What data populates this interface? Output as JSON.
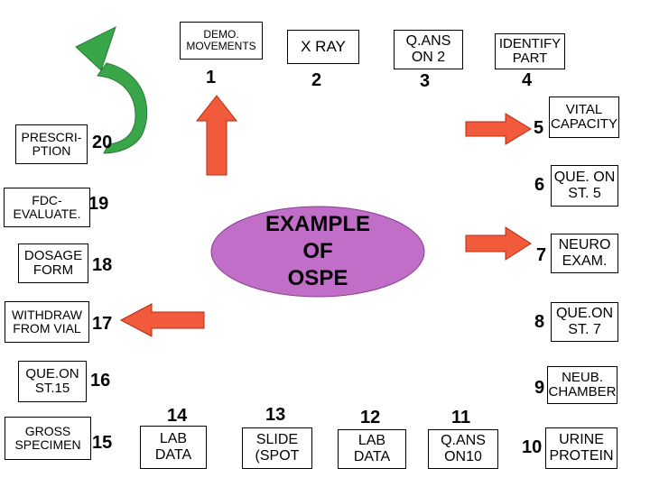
{
  "center": {
    "label": "EXAMPLE\nOF\nOSPE"
  },
  "stations": [
    {
      "num": "1",
      "label": "DEMO.\nMOVEMENTS"
    },
    {
      "num": "2",
      "label": "X RAY"
    },
    {
      "num": "3",
      "label": "Q.ANS\nON 2"
    },
    {
      "num": "4",
      "label": "IDENTIFY\nPART"
    },
    {
      "num": "5",
      "label": "VITAL\nCAPACITY"
    },
    {
      "num": "6",
      "label": "QUE. ON\nST. 5"
    },
    {
      "num": "7",
      "label": "NEURO\nEXAM."
    },
    {
      "num": "8",
      "label": "QUE.ON\nST. 7"
    },
    {
      "num": "9",
      "label": "NEUB.\nCHAMBER"
    },
    {
      "num": "10",
      "label": "URINE\nPROTEIN"
    },
    {
      "num": "11",
      "label": "Q.ANS\nON10"
    },
    {
      "num": "12",
      "label": "LAB\nDATA"
    },
    {
      "num": "13",
      "label": "SLIDE\n(SPOT"
    },
    {
      "num": "14",
      "label": "LAB\nDATA"
    },
    {
      "num": "15",
      "label": "GROSS\nSPECIMEN"
    },
    {
      "num": "16",
      "label": "QUE.ON\nST.15"
    },
    {
      "num": "17",
      "label": "WITHDRAW\nFROM VIAL"
    },
    {
      "num": "18",
      "label": "DOSAGE\nFORM"
    },
    {
      "num": "19",
      "label": "FDC-\nEVALUATE."
    },
    {
      "num": "20",
      "label": "PRESCRI-\nPTION"
    }
  ],
  "colors": {
    "arrow_red": "#f15a3a",
    "arrow_red_stroke": "#b52a10",
    "arrow_green": "#3aa64a",
    "center_fill": "#c06ec8",
    "center_stroke": "#8a3e92"
  }
}
